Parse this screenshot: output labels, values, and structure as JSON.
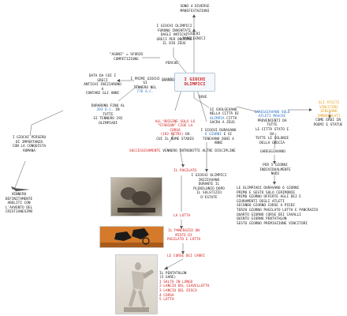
{
  "center": "I GIOCHI\nOLIMPICI",
  "nodes": {
    "sono4": "SONO 4 DIVERSE\nMANIFESTAZIONI",
    "panellenici": "GIOCHI\nPANELLENICI",
    "grecia": "I GIOCHI OLIMPICI\nFURONO INVENTATI\nDAGLI ANTICHI\nGRECI PER ONORARE\nIL DIO ZEUS",
    "perche": "PERCHE'",
    "agoni": "\"AGONI\" = SFORZO\nCOMPETIZIONE",
    "data": "DATA DA CUI I GRECI\nANTICHI INIZIARONO A\nCONTARE GLI ANNI",
    "primi_a": "I PRIMI GIOCHI SI\nTENNERO NEL",
    "primi_b": "776 A.C.",
    "quando": "QUANDO",
    "durarono_a": "DURARONO FINO AL",
    "durarono_b": "393 D.C.",
    "durarono_c": " IN TUTTE\nSI TENNERO 292\nOLIMPIADI",
    "dove": "DOVE",
    "svolgevano_a": "SI SVOLGEVANO\nNELLA CITTÀ DI",
    "svolgevano_b": "OLIMPIA",
    "svolgevano_c": " CITTÀ\nSACRA A ZEUS",
    "gareggiavano_a": "GAREGGIAVANO SOLO\nATLETI MASCHI",
    "gareggiavano_b": "PROVENIENTI DA TUTTE\nLE CITTÀ STATO E DA\nTUTTE LE COLONIE\nDELLA GRECIA",
    "vincitori": "GLI ATLETI\nVINCITORI\nVENIVANO\nIMMORTALATI",
    "eroi": "COME EROI IN\nPOEMI E STATUE",
    "persero": "I GIOCHI PERSERO\nDI IMPORTANZA\nCON LA CONQUISTA\nROMANA",
    "origine_a": "ALL'ORIGINE SOLO LO\n\"STADION\" CIOÈ LA",
    "origine_b": "CORSA\n(192 METRI)",
    "origine_c": " DA\nCUI IL NOME STADIO",
    "giugno_a": "I GIOCHI DURAVANO",
    "giugno_b": "6 GIORNI",
    "giugno_c": " E SI\nTENEVANO OGNI 4\nANNI",
    "gareggiavano2": "GAREGGIAVANO",
    "per5": "PER 5 GIORNI\nINDIVIDUALMENTE\nNUDI",
    "successivamente_a": "SUCCESSIVAMENTE",
    "successivamente_b": " VENNERO INTRODOTTE ALTRE DISCIPLINE",
    "vennero": "VENNERO\nDEFINITAMENTE\nABOLITI CON\nL'AVVENTO DEL\nCRISTIANESIMO",
    "plenilunio": "I GIOCHI OLIMPICI\nINIZIAVANO\nDURANTE IL\nPLENILUNIO DOPO\nIL SOLSTIZIO\nD'ESTATE",
    "schedule": "LE OLIMPIADI DURAVANO 6 GIORNI\nPRIMO E SESTO SOLO CERIMONIE\nPRIMO GIORNO OFFERTE AGLI DEI E\nGIURAMENTI DEGLI ATLETI\nSECONDO GIORNO CORSE A PIEDI\nTERZO GIORNO PUGILATO LOTTA E PANCRAZIO\nQUARTO GIORNO CORSE DEI CAVALLI\nQUINTO GIORNO PENTATHLON\nSESTO GIORNO PREMIAZIONE VINCITORI",
    "pugilato": "IL PUGILATO",
    "lotta": "LA LOTTA",
    "pancrazio": "IL PANCRAZIO UN\nMISTO DI\nPUGILATO E LOTTA",
    "carri": "LE CORSE DEI CARRI",
    "pentathlon_a": "IL PENTATHLON\n(5 GARE)",
    "pentathlon_b": "1 SALTO IN LUNGO\n2 LANCIO DEL GIAVELLOTTO\n3 LANCIO DEL DISCO\n4 CORSA\n5 LOTTA"
  },
  "colors": {
    "red": "#d42020",
    "blue": "#2a72c8",
    "orange": "#e6a21a",
    "line": "#555555"
  }
}
